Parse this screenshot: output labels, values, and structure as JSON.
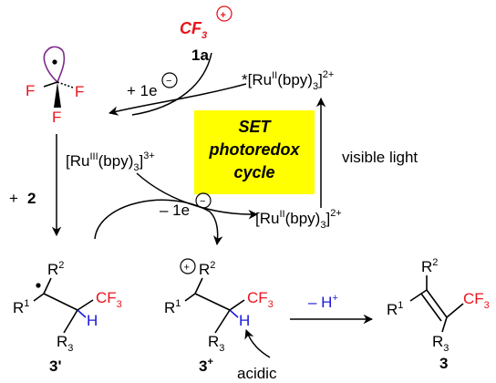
{
  "reagent": {
    "cf3": "CF",
    "cf3_sub": "3",
    "plus": "+",
    "label": "1a"
  },
  "radical": {
    "f_top": "F",
    "f_right": "F",
    "f_bottom": "F"
  },
  "electron_gain": {
    "prefix": "+ 1e",
    "minus": "−"
  },
  "electron_loss": {
    "prefix": "– 1e",
    "minus": "−"
  },
  "catalyst": {
    "excited": {
      "star": "*[Ru",
      "ox": "II",
      "mid": "(bpy)",
      "sub": "3",
      "end": "]",
      "charge": "2+"
    },
    "ru3": {
      "start": "[Ru",
      "ox": "III",
      "mid": "(bpy)",
      "sub": "3",
      "end": "]",
      "charge": "3+"
    },
    "ru2": {
      "start": "[Ru",
      "ox": "II",
      "mid": "(bpy)",
      "sub": "3",
      "end": "]",
      "charge": "2+"
    }
  },
  "cycle_box": {
    "line1": "SET",
    "line2": "photoredox",
    "line3": "cycle",
    "fill": "#ffff00"
  },
  "light_label": "visible light",
  "substrate": {
    "plus": "+",
    "label": "2"
  },
  "intermediate_radical": {
    "r2": "R",
    "r2_sup": "2",
    "r1": "R",
    "r1_sup": "1",
    "r3": "R",
    "r3_sup": "3",
    "cf3": "CF",
    "cf3_sub": "3",
    "h": "H",
    "label": "3'"
  },
  "intermediate_cation": {
    "charge": "+",
    "r2": "R",
    "r2_sup": "2",
    "r1": "R",
    "r1_sup": "1",
    "r3": "R",
    "r3_sup": "3",
    "cf3": "CF",
    "cf3_sub": "3",
    "h": "H",
    "label": "3",
    "label_sup": "+",
    "acidic": "acidic"
  },
  "deprotonation": {
    "text": "– H",
    "sup": "+"
  },
  "product": {
    "r2": "R",
    "r2_sup": "2",
    "r1": "R",
    "r1_sup": "1",
    "r3": "R",
    "r3_sup": "3",
    "cf3": "CF",
    "cf3_sub": "3",
    "label": "3"
  },
  "colors": {
    "red": "#e8141c",
    "blue": "#1a1adc",
    "purple": "#7a2a8a"
  }
}
